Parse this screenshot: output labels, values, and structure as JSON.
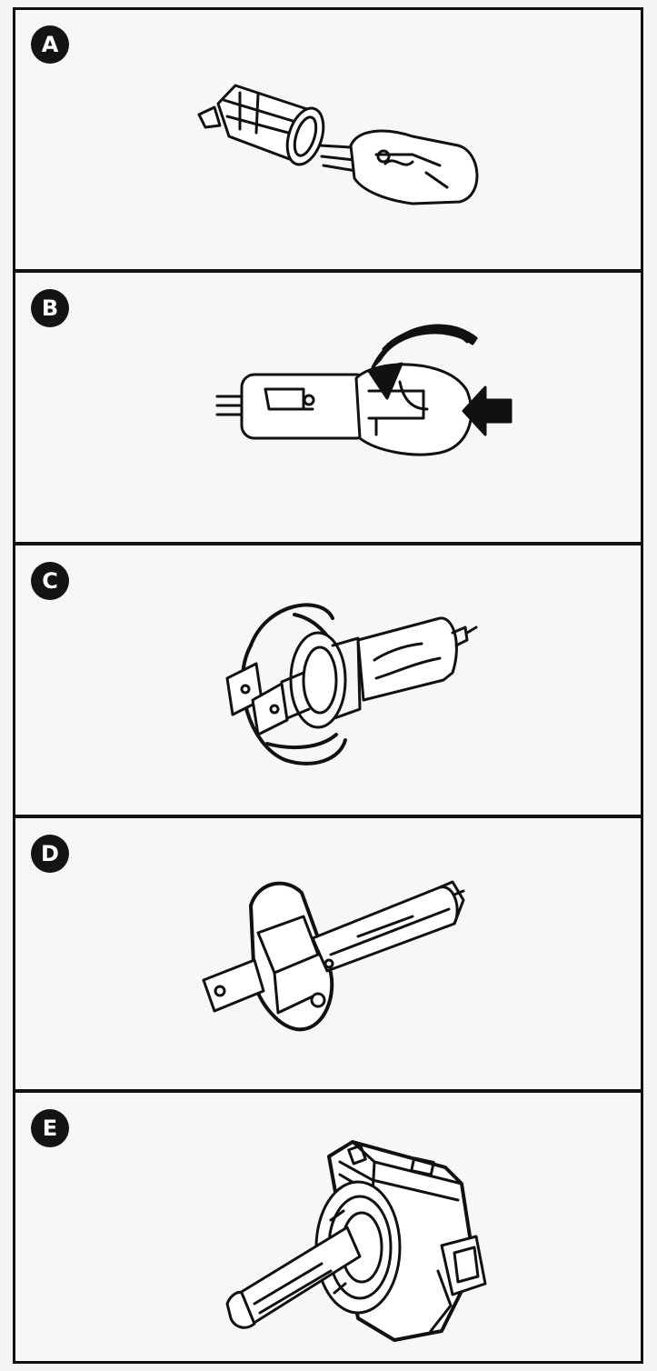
{
  "panels": [
    {
      "label": "A",
      "icon": "halogen-capsule-bulb-icon"
    },
    {
      "label": "B",
      "icon": "h4-bulb-twist-insert-icon"
    },
    {
      "label": "C",
      "icon": "h7-halogen-bulb-icon"
    },
    {
      "label": "D",
      "icon": "h1-halogen-bulb-icon"
    },
    {
      "label": "E",
      "icon": "xenon-hid-bulb-icon"
    }
  ],
  "colors": {
    "ink": "#111111",
    "paper": "#f7f7f5",
    "badge_text": "#ffffff"
  }
}
